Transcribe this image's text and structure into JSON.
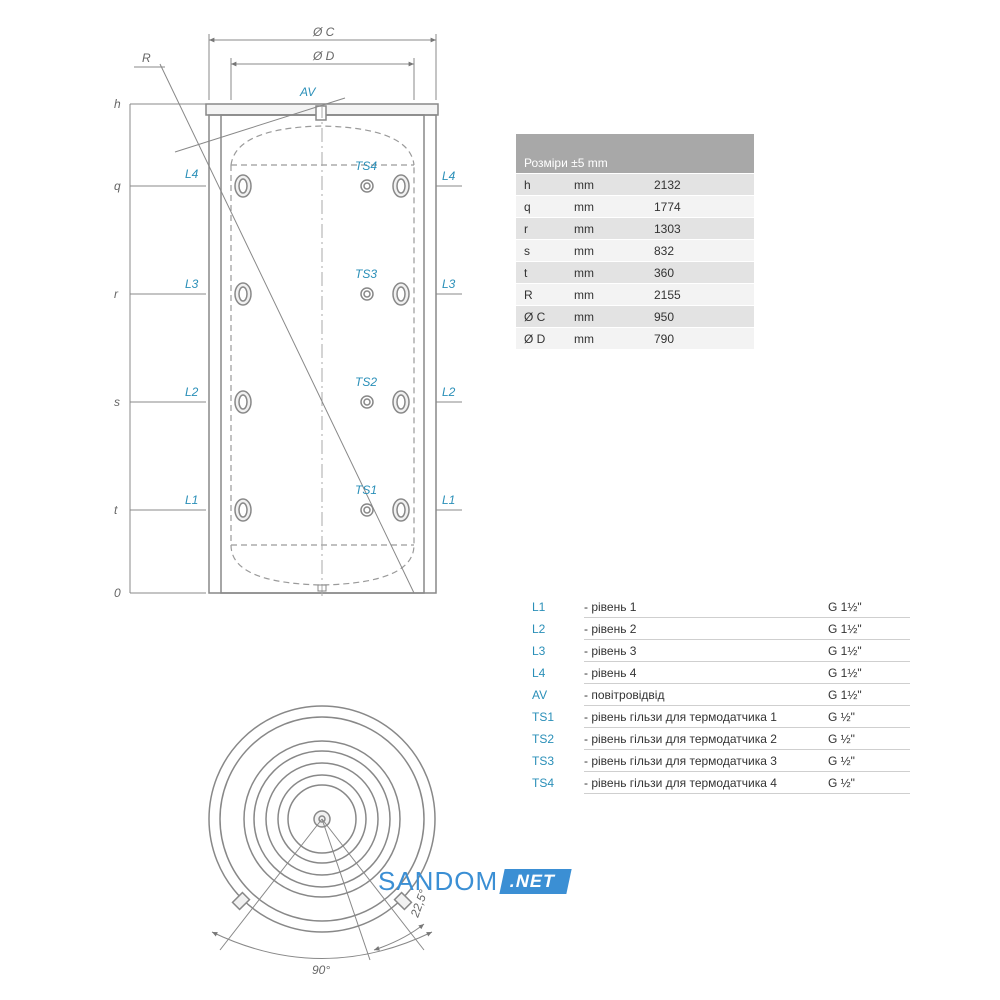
{
  "drawing": {
    "top_labels": {
      "diameter_c": "Ø C",
      "diameter_d": "Ø D",
      "radius": "R",
      "air_vent": "AV"
    },
    "height_marks": [
      "h",
      "q",
      "r",
      "s",
      "t",
      "0"
    ],
    "left_ports": [
      "L4",
      "L3",
      "L2",
      "L1"
    ],
    "right_ports": [
      "L4",
      "L3",
      "L2",
      "L1"
    ],
    "sensor_ports": [
      "TS4",
      "TS3",
      "TS2",
      "TS1"
    ],
    "plan_view": {
      "angle_main": "90°",
      "angle_small": "22,5°"
    }
  },
  "dimensions": {
    "header": "Розміри ±5 mm",
    "rows": [
      [
        "h",
        "mm",
        "2132"
      ],
      [
        "q",
        "mm",
        "1774"
      ],
      [
        "r",
        "mm",
        "1303"
      ],
      [
        "s",
        "mm",
        "832"
      ],
      [
        "t",
        "mm",
        "360"
      ],
      [
        "R",
        "mm",
        "2155"
      ],
      [
        "Ø C",
        "mm",
        "950"
      ],
      [
        "Ø D",
        "mm",
        "790"
      ]
    ]
  },
  "legend": [
    [
      "L1",
      "- рівень 1",
      "G 1½\""
    ],
    [
      "L2",
      "- рівень 2",
      "G 1½\""
    ],
    [
      "L3",
      "- рівень 3",
      "G 1½\""
    ],
    [
      "L4",
      "- рівень 4",
      "G 1½\""
    ],
    [
      "AV",
      "- повітровідвід",
      "G 1½\""
    ],
    [
      "TS1",
      "- рівень гільзи для термодатчика 1",
      "G ½\""
    ],
    [
      "TS2",
      "- рівень гільзи для термодатчика 2",
      "G ½\""
    ],
    [
      "TS3",
      "- рівень гільзи для термодатчика 3",
      "G ½\""
    ],
    [
      "TS4",
      "- рівень гільзи для термодатчика 4",
      "G ½\""
    ]
  ],
  "watermark": {
    "brand": "SANDOM",
    "domain": ".NET"
  },
  "colors": {
    "line": "#888888",
    "accent": "#2a8fb8",
    "table_header": "#a8a8a8"
  }
}
